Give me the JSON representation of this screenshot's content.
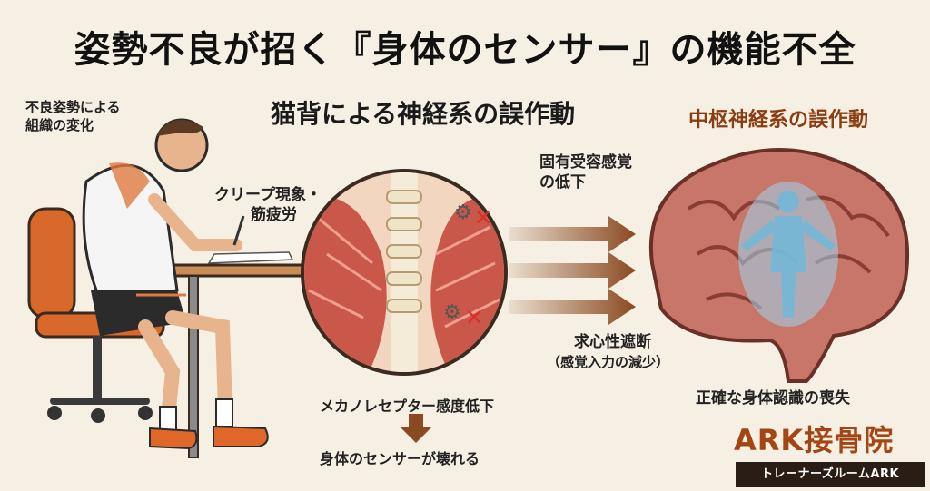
{
  "title": "姿勢不良が招く『身体のセンサー』の機能不全",
  "section_left": "猫背による神経系の誤作動",
  "section_right": "中枢神経系の誤作動",
  "labels": {
    "posture_line1": "不良姿勢による",
    "posture_line2": "組織の変化",
    "creep_line1": "クリープ現象・",
    "creep_line2": "筋疲労",
    "proprio_line1": "固有受容感覚",
    "proprio_line2": "の低下",
    "afferent_line1": "求心性遮断",
    "afferent_line2": "（感覚入力の減少）",
    "mechano": "メカノレセプター感度低下",
    "sensor_broken": "身体のセンサーが壊れる",
    "body_awareness": "正確な身体認識の喪失"
  },
  "logo": {
    "name": "ARK接骨院",
    "tagline": "トレーナーズルームARK"
  },
  "colors": {
    "accent": "#a44514",
    "brain": "#c8756a",
    "arrow": "#8a4a22",
    "background": "#f6efe4"
  }
}
